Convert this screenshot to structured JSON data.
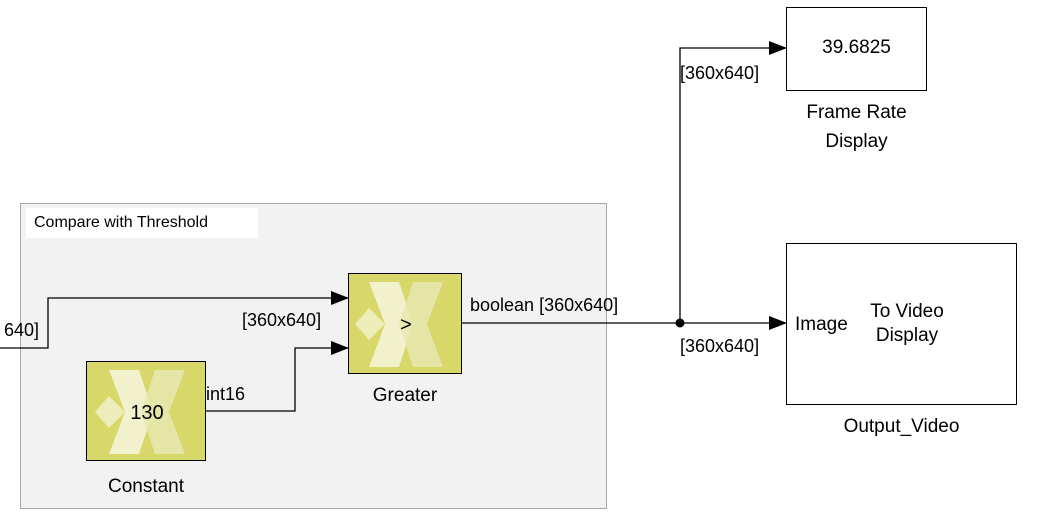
{
  "subsystem": {
    "title": "Compare with Threshold"
  },
  "blocks": {
    "constant": {
      "value": "130",
      "name": "Constant"
    },
    "greater": {
      "symbol": ">",
      "name": "Greater"
    },
    "frame_rate": {
      "value": "39.6825",
      "name_line1": "Frame Rate",
      "name_line2": "Display"
    },
    "video": {
      "port_label": "Image",
      "inner_line1": "To Video",
      "inner_line2": "Display",
      "name": "Output_Video"
    }
  },
  "signals": {
    "input_dim": "640]",
    "greater_in1": "[360x640]",
    "const_out": "int16",
    "greater_out": "boolean [360x640]",
    "to_frame_rate": "[360x640]",
    "to_video": "[360x640]"
  },
  "colors": {
    "xilinx_block": "#d7d76a",
    "xilinx_logo_light": "#f6f6dc",
    "xilinx_logo_mid": "#e8e8b0",
    "subsystem_bg": "#f2f2f2",
    "subsystem_border": "#a8a8a8",
    "wire": "#000000"
  }
}
